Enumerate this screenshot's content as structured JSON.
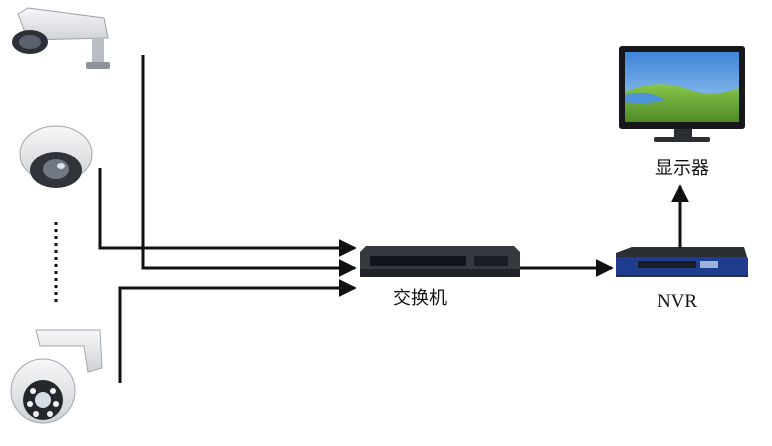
{
  "labels": {
    "switch": "交换机",
    "nvr": "NVR",
    "monitor": "显示器"
  },
  "colors": {
    "line": "#111111",
    "device_dark": "#2c2f33",
    "device_light": "#e9eaec",
    "nvr_blue": "#1f3c8f",
    "screen_sky": "#6aa6e8",
    "screen_grass": "#7dbb45"
  },
  "icons": {
    "bullet_camera": "bullet-camera-icon",
    "dome_camera": "dome-camera-icon",
    "ptz_camera": "ptz-camera-icon",
    "switch": "network-switch-icon",
    "nvr": "nvr-recorder-icon",
    "monitor": "monitor-icon"
  }
}
